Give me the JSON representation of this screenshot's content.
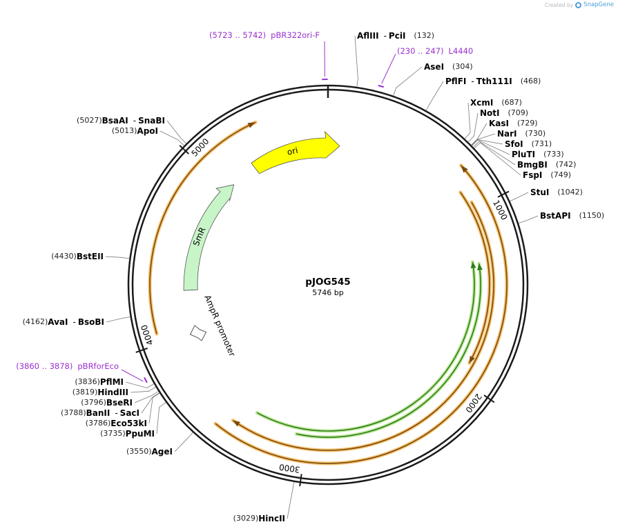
{
  "watermark": {
    "created_by": "Created by",
    "brand": "SnapGene"
  },
  "plasmid": {
    "name": "pJOG545",
    "size_label": "5746 bp",
    "length": 5746
  },
  "colors": {
    "backbone": "#1a1a1a",
    "site_label": "#000000",
    "site_position": "#222222",
    "primer": "#9b2fce",
    "leader": "#777777",
    "ori_fill": "#ffff00",
    "smr_fill": "#c8f5c8",
    "promoter_fill": "#ffffff",
    "orange_glow": "#f5c06a",
    "orange_line": "#7a4a10",
    "green_glow": "#bfe89a",
    "green_line": "#2e7d1a"
  },
  "ticks": [
    {
      "pos": 1000,
      "label": "1000"
    },
    {
      "pos": 2000,
      "label": "2000"
    },
    {
      "pos": 3000,
      "label": "3000"
    },
    {
      "pos": 4000,
      "label": "4000"
    },
    {
      "pos": 5000,
      "label": "5000"
    }
  ],
  "features": {
    "ori": {
      "label": "ori"
    },
    "smr": {
      "label": "SmR"
    },
    "ampr_promoter": {
      "label": "AmpR promoter"
    }
  },
  "primers": [
    {
      "pos": 5732,
      "range": "(5723 .. 5742)",
      "name": "pBR322ori-F"
    },
    {
      "pos": 238,
      "range": "(230 .. 247)",
      "name": "L4440"
    },
    {
      "pos": 3869,
      "range": "(3860 .. 3878)",
      "name": "pBRforEco"
    }
  ],
  "sites": [
    {
      "names": [
        "AflIII",
        "PciI"
      ],
      "position": "(132)",
      "pos": 132
    },
    {
      "names": [
        "AseI"
      ],
      "position": "(304)",
      "pos": 304
    },
    {
      "names": [
        "PflFI",
        "Tth111I"
      ],
      "position": "(468)",
      "pos": 468
    },
    {
      "names": [
        "XcmI"
      ],
      "position": "(687)",
      "pos": 687
    },
    {
      "names": [
        "NotI"
      ],
      "position": "(709)",
      "pos": 709
    },
    {
      "names": [
        "KasI"
      ],
      "position": "(729)",
      "pos": 729
    },
    {
      "names": [
        "NarI"
      ],
      "position": "(730)",
      "pos": 730
    },
    {
      "names": [
        "SfoI"
      ],
      "position": "(731)",
      "pos": 731
    },
    {
      "names": [
        "PluTI"
      ],
      "position": "(733)",
      "pos": 733
    },
    {
      "names": [
        "BmgBI"
      ],
      "position": "(742)",
      "pos": 742
    },
    {
      "names": [
        "FspI"
      ],
      "position": "(749)",
      "pos": 749
    },
    {
      "names": [
        "StuI"
      ],
      "position": "(1042)",
      "pos": 1042
    },
    {
      "names": [
        "BstAPI"
      ],
      "position": "(1150)",
      "pos": 1150
    },
    {
      "names": [
        "HincII"
      ],
      "position": "(3029)",
      "pos": 3029
    },
    {
      "names": [
        "AgeI"
      ],
      "position": "(3550)",
      "pos": 3550
    },
    {
      "names": [
        "PpuMI"
      ],
      "position": "(3735)",
      "pos": 3735
    },
    {
      "names": [
        "Eco53kI"
      ],
      "position": "(3786)",
      "pos": 3786
    },
    {
      "names": [
        "BanII",
        "SacI"
      ],
      "position": "(3788)",
      "pos": 3788
    },
    {
      "names": [
        "BseRI"
      ],
      "position": "(3796)",
      "pos": 3796
    },
    {
      "names": [
        "HindIII"
      ],
      "position": "(3819)",
      "pos": 3819
    },
    {
      "names": [
        "PflMI"
      ],
      "position": "(3836)",
      "pos": 3836
    },
    {
      "names": [
        "AvaI",
        "BsoBI"
      ],
      "position": "(4162)",
      "pos": 4162
    },
    {
      "names": [
        "BstEII"
      ],
      "position": "(4430)",
      "pos": 4430
    },
    {
      "names": [
        "ApoI"
      ],
      "position": "(5013)",
      "pos": 5013
    },
    {
      "names": [
        "BsaAI",
        "SnaBI"
      ],
      "position": "(5027)",
      "pos": 5027
    }
  ]
}
